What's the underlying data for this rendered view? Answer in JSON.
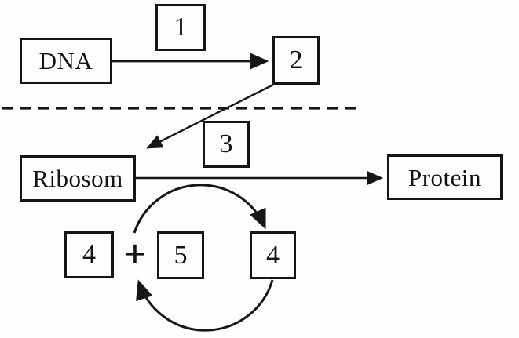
{
  "diagram": {
    "title": "protein-synthesis-flow-diagram",
    "boxes": {
      "dna": "DNA",
      "step1": "1",
      "step2": "2",
      "step3": "3",
      "ribosome": "Ribosom",
      "protein": "Protein",
      "trna_left": "4",
      "five": "5",
      "trna_right": "4"
    },
    "operators": {
      "plus": "+"
    },
    "colors": {
      "ink": "#161616",
      "background": "#fefefe"
    }
  }
}
